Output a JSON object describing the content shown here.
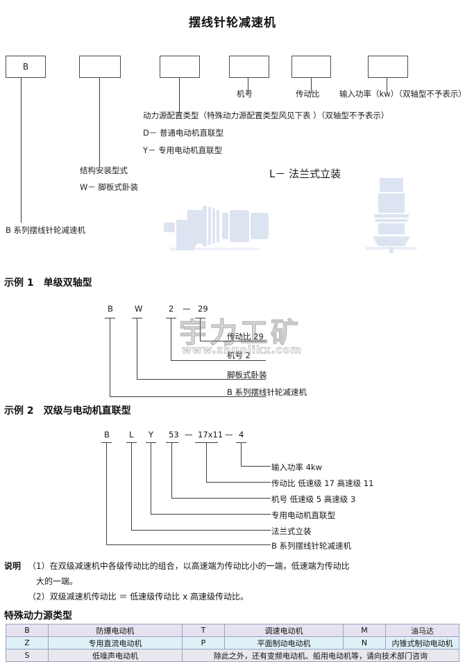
{
  "title": "摆线针轮减速机",
  "model_key": {
    "boxes": [
      {
        "value": "B"
      },
      {
        "value": ""
      },
      {
        "value": ""
      },
      {
        "value": ""
      },
      {
        "value": ""
      },
      {
        "value": ""
      }
    ],
    "labels": {
      "series": "B 系列摆线针轮减速机",
      "mount_type_title": "结构安装型式",
      "mount_w": "W－ 脚板式卧装",
      "mount_l": "L－ 法兰式立装",
      "power_source_title": "动力源配置类型（特殊动力源配置类型风见下表 ）（双轴型不予表示）",
      "power_d": "D－ 普通电动机直联型",
      "power_y": "Y－ 专用电动机直联型",
      "frame_no": "机号",
      "ratio": "传动比",
      "input_power": "输入功率（kw）（双轴型不予表示）"
    }
  },
  "example1": {
    "heading": "示例 1　单级双轴型",
    "code_parts": [
      "B",
      "W",
      "2",
      "—",
      "29"
    ],
    "leaders": [
      "传动比 29",
      "机号 2",
      "脚板式卧装",
      "B 系列摆线针轮减速机"
    ]
  },
  "example2": {
    "heading": "示例 2　双级与电动机直联型",
    "code_parts": [
      "B",
      "L",
      "Y",
      "53",
      "—",
      "17x11",
      "—",
      "4"
    ],
    "leaders": [
      "输入功率 4kw",
      "传动比  低速级 17  高速级 11",
      "机号  低速级 5  高速级 3",
      "专用电动机直联型",
      "法兰式立装",
      "B 系列摆线针轮减速机"
    ]
  },
  "notes": {
    "label": "说明",
    "item1_line1": "（1）在双级减速机中各级传动比的组合，以高速端为传动比小的一端，低速端为传动比",
    "item1_line2": "大的一端。",
    "item2": "（2）双级减速机传动比 ＝ 低速级传动比 x 高速级传动比。"
  },
  "table": {
    "heading": "特殊动力源类型",
    "rows": [
      [
        "B",
        "防爆电动机",
        "T",
        "调速电动机",
        "M",
        "油马达"
      ],
      [
        "Z",
        "专用直流电动机",
        "P",
        "平面制动电动机",
        "N",
        "内锥式制动电动机"
      ],
      [
        "S",
        "低噪声电动机",
        "除此之外，还有变频电动机、船用电动机等，请向技术部门咨询"
      ]
    ]
  },
  "watermark": {
    "text_cn": "宇力工矿",
    "text_url": "www.zhuolikx.com"
  },
  "colors": {
    "line": "#3b3b3b",
    "table_border": "#9aa0c8",
    "row1_bg": "#e7e2ef",
    "row2_bg": "#dff0f7",
    "row3_bg": "#e8e8ee",
    "machine_fill": "#c3cfe6"
  }
}
